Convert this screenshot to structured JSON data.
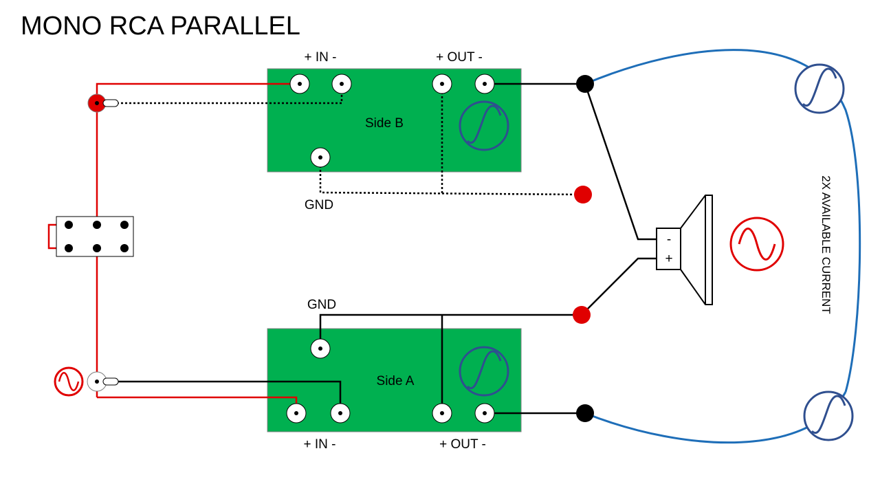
{
  "title": "MONO RCA PARALLEL",
  "side_b": {
    "label": "Side B",
    "in_label": "+ IN -",
    "out_label": "+ OUT -",
    "gnd_label": "GND"
  },
  "side_a": {
    "label": "Side A",
    "in_label": "+ IN -",
    "out_label": "+ OUT -",
    "gnd_label": "GND"
  },
  "speaker": {
    "minus_label": "-",
    "plus_label": "+"
  },
  "current_label": "2X AVAILABLE CURRENT",
  "colors": {
    "board": "#00b050",
    "wire_red": "#e00000",
    "wire_black": "#000000",
    "wire_blue": "#1e6eb8",
    "sine_red": "#e00000",
    "sine_blue": "#2f4f8f"
  }
}
